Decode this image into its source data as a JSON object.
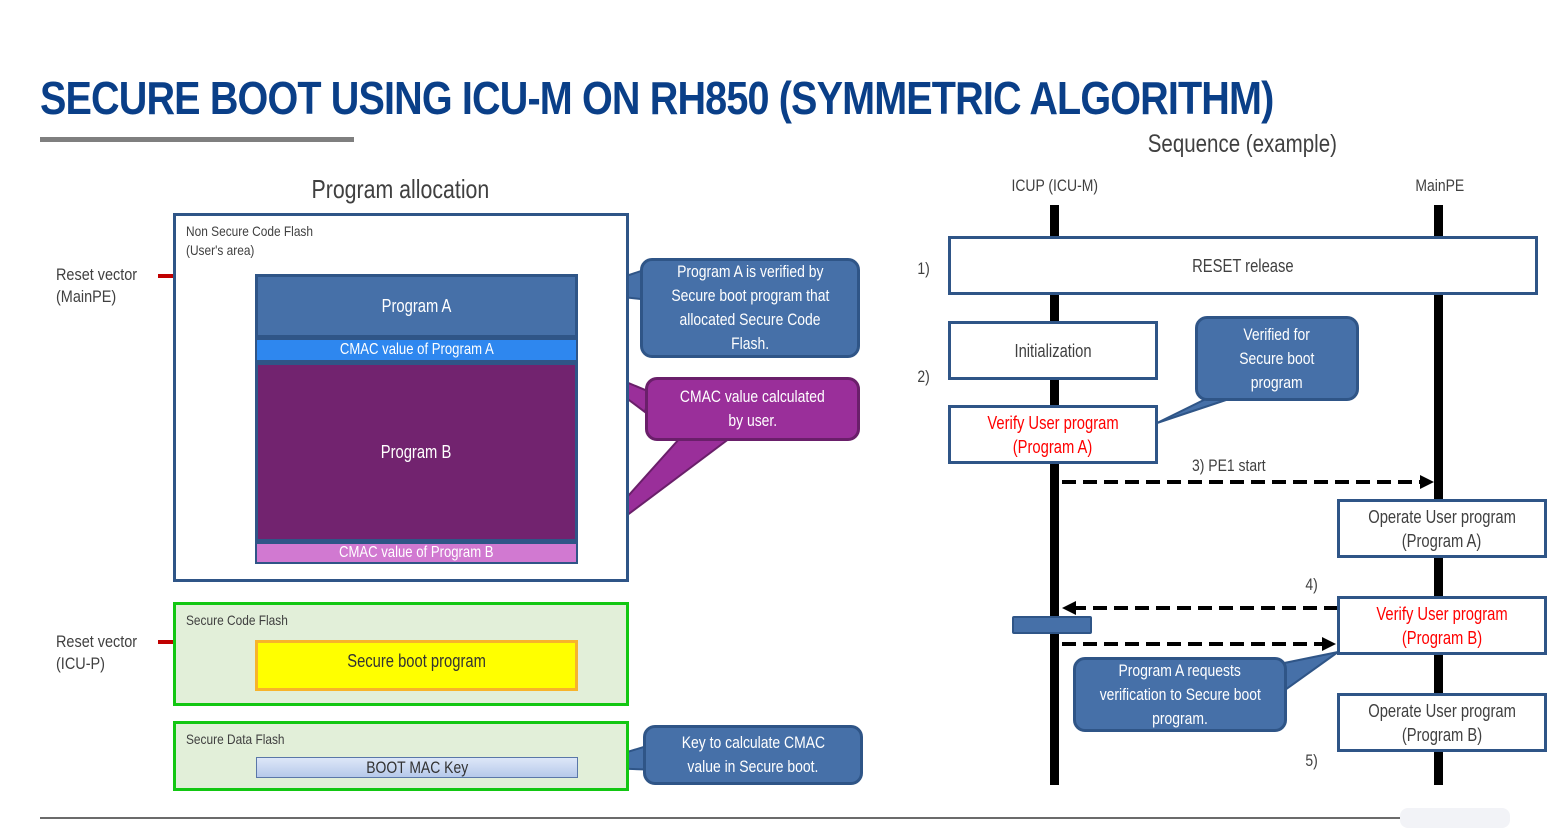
{
  "title": "SECURE BOOT USING ICU-M ON RH850 (SYMMETRIC ALGORITHM)",
  "colors": {
    "title": "#0a3f88",
    "callout_blue": "#4670a8",
    "callout_purple": "#9a2f9a",
    "program_a": "#4670a8",
    "cmac_a": "#2e87ef",
    "program_b": "#72236f",
    "cmac_b": "#d179d1",
    "secure_boot_program": "#ffff00",
    "secure_region_border": "#12c712",
    "secure_region_fill": "#e2efd9",
    "reset_arrow": "#c00000",
    "highlight_text": "#ff0000"
  },
  "allocation": {
    "heading": "Program allocation",
    "non_secure_region": {
      "label_line1": "Non Secure Code Flash",
      "label_line2": "(User's area)",
      "reset_vector_line1": "Reset vector",
      "reset_vector_line2": "(MainPE)",
      "program_a": "Program  A",
      "cmac_a": "CMAC value of Program A",
      "program_b": "Program  B",
      "cmac_b": "CMAC value of  Program B"
    },
    "secure_code_region": {
      "label": "Secure Code Flash",
      "reset_vector_line1": "Reset vector",
      "reset_vector_line2": "(ICU-P)",
      "secure_boot_program": "Secure  boot program"
    },
    "secure_data_region": {
      "label": "Secure Data Flash",
      "boot_mac_key": "BOOT MAC Key"
    },
    "callouts": {
      "program_a_verified": [
        "Program  A is verified by",
        "Secure boot program that",
        "allocated Secure Code",
        "Flash."
      ],
      "cmac_calculated": [
        "CMAC value calculated",
        "by user."
      ],
      "key_calculate": [
        "Key to calculate CMAC",
        "value in Secure boot."
      ]
    }
  },
  "sequence": {
    "heading": "Sequence (example)",
    "lifelines": {
      "icup": "ICUP (ICU-M)",
      "mainpe": "MainPE"
    },
    "steps": {
      "s1": "1)",
      "s2": "2)",
      "s3": "3) PE1 start",
      "s4": "4)",
      "s5": "5)"
    },
    "boxes": {
      "reset_release": "RESET release",
      "initialization": "Initialization",
      "verify_a_line1": "Verify User program",
      "verify_a_line2": "(Program A)",
      "operate_a_line1": "Operate User program",
      "operate_a_line2": "(Program A)",
      "verify_b_line1": "Verify User program",
      "verify_b_line2": "(Program B)",
      "operate_b_line1": "Operate User program",
      "operate_b_line2": "(Program B)"
    },
    "callouts": {
      "verified_for": [
        "Verified for",
        "Secure boot",
        "program"
      ],
      "program_a_requests": [
        "Program  A requests",
        "verification to Secure boot",
        "program."
      ]
    }
  }
}
